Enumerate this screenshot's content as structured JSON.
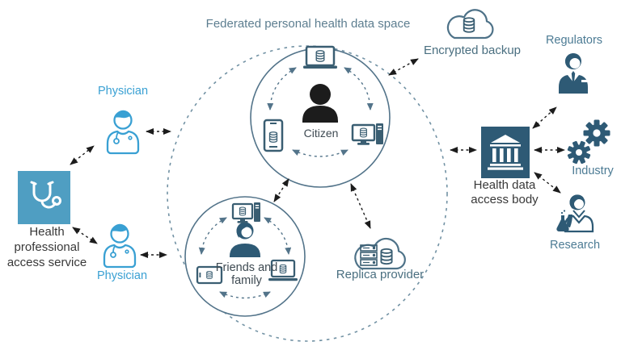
{
  "figure": {
    "title": "Federated personal health data space"
  },
  "nodes": {
    "health_professional_access_service": {
      "line1": "Health",
      "line2": "professional",
      "line3": "access service"
    },
    "physician_top": {
      "label": "Physician"
    },
    "physician_bottom": {
      "label": "Physician"
    },
    "citizen": {
      "label": "Citizen"
    },
    "friends_family": {
      "line1": "Friends and",
      "line2": "family"
    },
    "encrypted_backup": {
      "label": "Encrypted backup"
    },
    "replica_provider": {
      "label": "Replica provider"
    },
    "health_data_access_body": {
      "line1": "Health data",
      "line2": "access body"
    },
    "regulators": {
      "label": "Regulators"
    },
    "industry": {
      "label": "Industry"
    },
    "research": {
      "label": "Research"
    }
  },
  "icons": {
    "stethoscope-icon": "white stethoscope on teal square",
    "physician-icon": "outlined doctor figure, light blue",
    "citizen-person-icon": "black filled person silhouette",
    "friends-woman-icon": "slate filled woman silhouette",
    "laptop-database-icon": "laptop with database cylinder",
    "phone-database-icon": "smartphone with database cylinder",
    "desktop-database-icon": "desktop computer with database cylinder",
    "desktop-tower-icon": "monitor with pc tower",
    "tablet-database-icon": "tablet with database cylinder",
    "cloud-database-icon": "cloud outline with database",
    "cloud-server-icon": "cloud outline with server rack and database",
    "bank-icon": "white bank building on dark square",
    "regulator-person-icon": "businessman with tie",
    "gears-icon": "two interlocking gears",
    "researcher-flask-icon": "scientist with laboratory flask"
  },
  "colors": {
    "physician_blue": "#39a0d3",
    "teal_square": "#4f9ec2",
    "dark_slate": "#2e5a75",
    "device_slate": "#3a5e72",
    "circle_stroke": "#53748a",
    "ellipse_dash": "#7292a4",
    "slate_label": "#4c7b94",
    "cloud_label": "#4a6f80",
    "dark_text": "#383838",
    "arrow_black": "#1c1c1c",
    "background": "#ffffff"
  }
}
